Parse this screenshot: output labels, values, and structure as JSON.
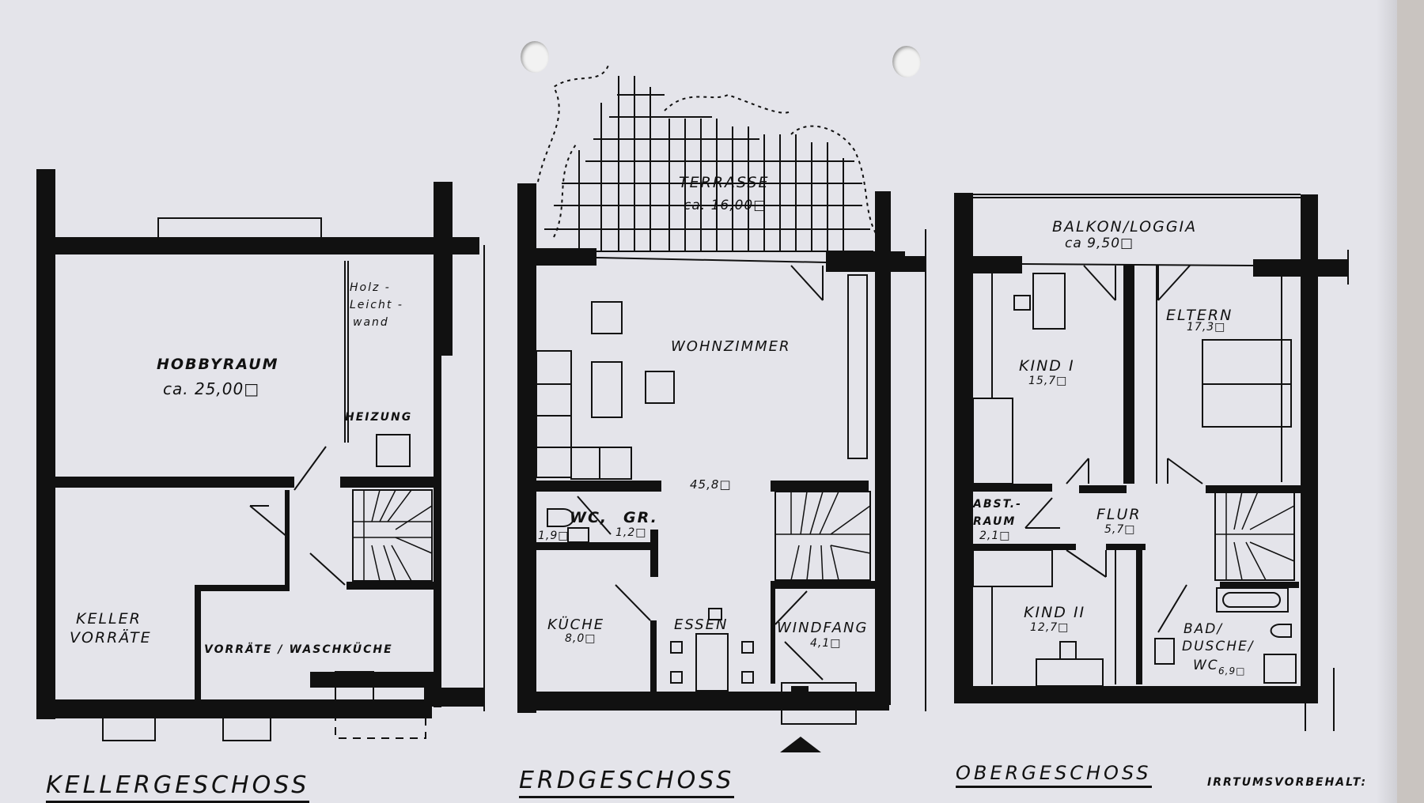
{
  "document": {
    "type": "floor plan",
    "disclaimer": "IRRTUMSVORBEHALT:"
  },
  "floors": [
    {
      "name": "KELLERGESCHOSS",
      "rooms": [
        {
          "name": "HOBBYRAUM",
          "area": "ca. 25,00 m²"
        },
        {
          "name": "HEIZUNG",
          "area": ""
        },
        {
          "name": "KELLER VORRÄTE",
          "line1": "KELLER",
          "line2": "VORRÄTE",
          "area": ""
        },
        {
          "name": "VORRÄTE / WASCHKÜCHE",
          "area": ""
        }
      ],
      "annotations": [
        {
          "text_lines": [
            "Holz -",
            "Leicht -",
            "wand"
          ],
          "label": "Holz-Leicht-Wand"
        }
      ]
    },
    {
      "name": "ERDGESCHOSS",
      "rooms": [
        {
          "name": "TERRASSE",
          "area": "ca. 16,00 m²"
        },
        {
          "name": "WOHNZIMMER",
          "area": "45,8 m²"
        },
        {
          "name": "WC",
          "area": "1,9 m²"
        },
        {
          "name": "GR.",
          "area": "1,2 m²"
        },
        {
          "name": "KÜCHE",
          "area": "8,0 m²"
        },
        {
          "name": "ESSEN",
          "area": ""
        },
        {
          "name": "WINDFANG",
          "area": "4,1 m²"
        }
      ]
    },
    {
      "name": "OBERGESCHOSS",
      "rooms": [
        {
          "name": "BALKON/LOGGIA",
          "area": "ca 9,50 m²"
        },
        {
          "name": "KIND I",
          "area": "15,7 m²"
        },
        {
          "name": "ELTERN",
          "area": "17,3 m²"
        },
        {
          "name": "ABST.-RAUM",
          "line1": "ABST.-",
          "line2": "RAUM",
          "area": "2,1 m²"
        },
        {
          "name": "FLUR",
          "area": "5,7 m²"
        },
        {
          "name": "KIND II",
          "area": "12,7 m²"
        },
        {
          "name": "BAD/DUSCHE/WC",
          "line1": "BAD/",
          "line2": "DUSCHE/",
          "line3": "WC",
          "area": "6,9 m²"
        }
      ]
    }
  ],
  "labels": {
    "hobbyraum": "HOBBYRAUM",
    "hobbyraum_area": "ca. 25,00□",
    "holz1": "Holz -",
    "holz2": "Leicht -",
    "holz3": "wand",
    "heizung": "HEIZUNG",
    "keller1": "KELLER",
    "keller2": "VORRÄTE",
    "waschkueche": "VORRÄTE /  WASCHKÜCHE",
    "kg_title": "KELLERGESCHOSS",
    "terrasse": "TERRASSE",
    "terrasse_area": "ca. 16,00□",
    "wohnzimmer": "WOHNZIMMER",
    "wohnzimmer_area": "45,8□",
    "wc": "WC,",
    "gr": "GR.",
    "wc_area": "1,9□",
    "gr_area": "1,2□",
    "kueche": "KÜCHE",
    "kueche_area": "8,0□",
    "essen": "ESSEN",
    "windfang": "WINDFANG",
    "windfang_area": "4,1□",
    "eg_title": "ERDGESCHOSS",
    "balkon": "BALKON/LOGGIA",
    "balkon_area": "ca 9,50□",
    "kind1": "KIND I",
    "kind1_area": "15,7□",
    "eltern": "ELTERN",
    "eltern_area": "17,3□",
    "abst1": "ABST.-",
    "abst2": "RAUM",
    "abst_area": "2,1□",
    "flur": "FLUR",
    "flur_area": "5,7□",
    "kind2": "KIND II",
    "kind2_area": "12,7□",
    "bad1": "BAD/",
    "bad2": "DUSCHE/",
    "bad3": "WC",
    "bad_area": "6,9□",
    "og_title": "OBERGESCHOSS",
    "disclaimer": "IRRTUMSVORBEHALT:"
  },
  "colors": {
    "paper": "#e4e4ea",
    "ink": "#111111"
  }
}
